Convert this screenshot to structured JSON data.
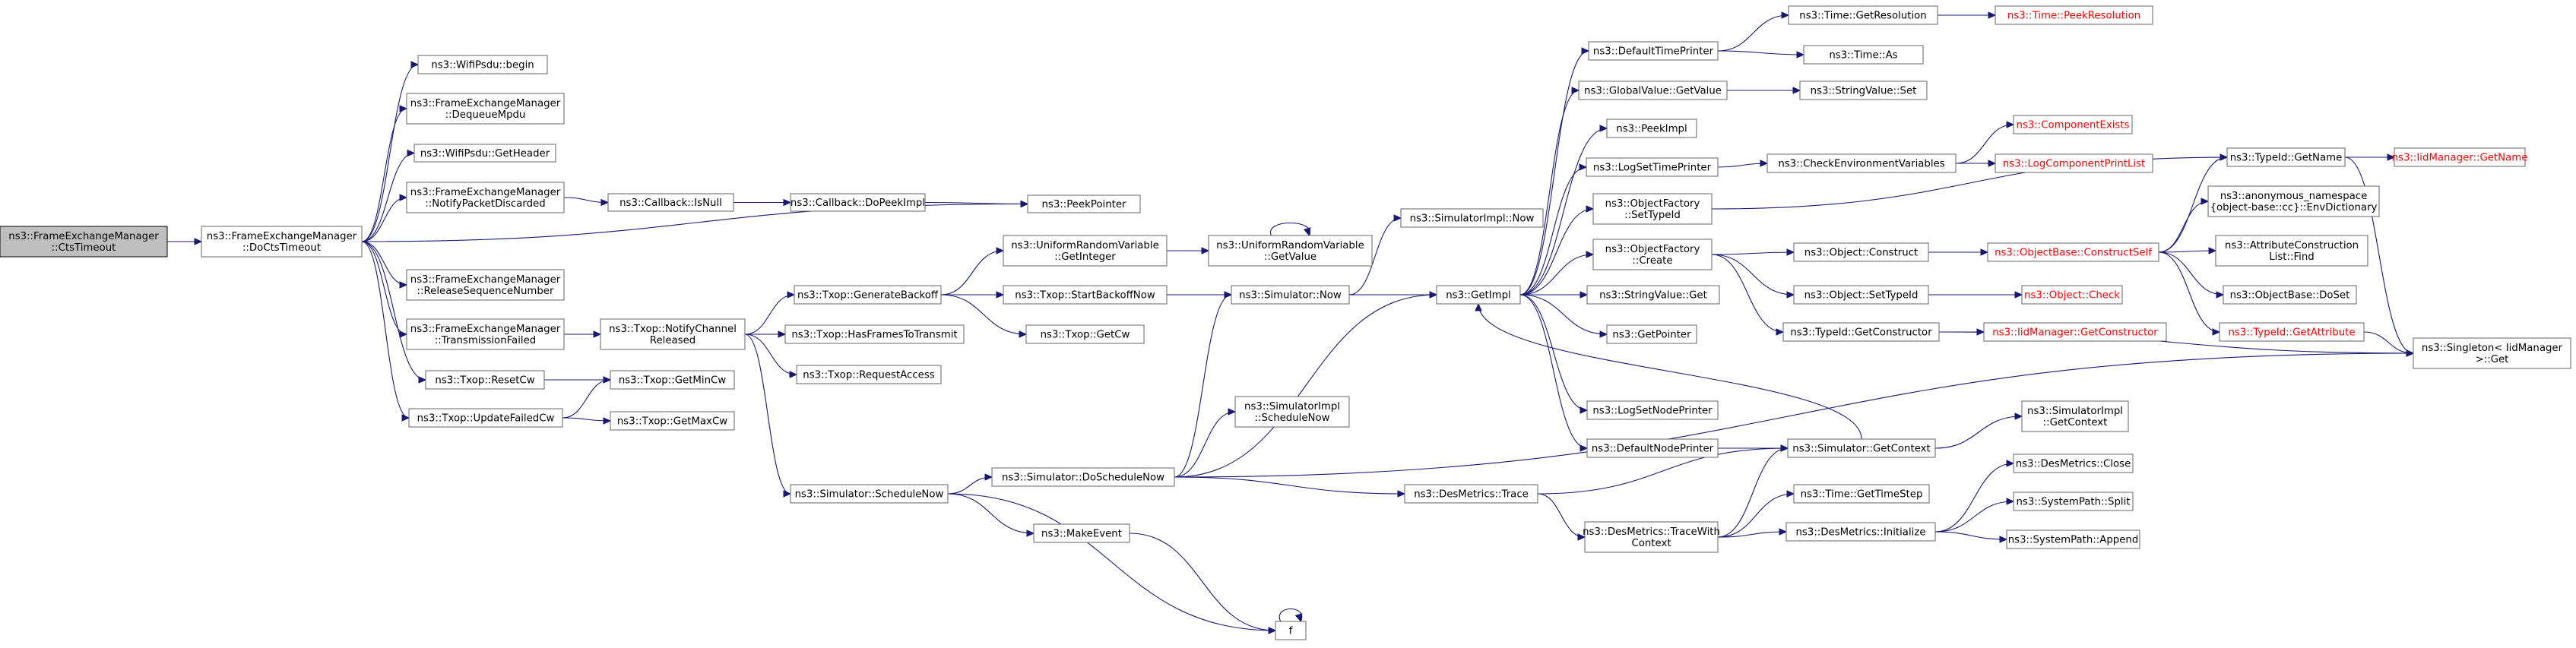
{
  "nodes": [
    {
      "id": "cts",
      "lines": [
        "ns3::FrameExchangeManager",
        "::CtsTimeout"
      ],
      "root": true
    },
    {
      "id": "docts",
      "lines": [
        "ns3::FrameExchangeManager",
        "::DoCtsTimeout"
      ]
    },
    {
      "id": "begin",
      "lines": [
        "ns3::WifiPsdu::begin"
      ]
    },
    {
      "id": "deq",
      "lines": [
        "ns3::FrameExchangeManager",
        "::DequeueMpdu"
      ]
    },
    {
      "id": "gethdr",
      "lines": [
        "ns3::WifiPsdu::GetHeader"
      ]
    },
    {
      "id": "notify",
      "lines": [
        "ns3::FrameExchangeManager",
        "::NotifyPacketDiscarded"
      ]
    },
    {
      "id": "release",
      "lines": [
        "ns3::FrameExchangeManager",
        "::ReleaseSequenceNumber"
      ]
    },
    {
      "id": "txfail",
      "lines": [
        "ns3::FrameExchangeManager",
        "::TransmissionFailed"
      ]
    },
    {
      "id": "resetcw",
      "lines": [
        "ns3::Txop::ResetCw"
      ]
    },
    {
      "id": "updcw",
      "lines": [
        "ns3::Txop::UpdateFailedCw"
      ]
    },
    {
      "id": "isnull",
      "lines": [
        "ns3::Callback::IsNull"
      ]
    },
    {
      "id": "dopeek",
      "lines": [
        "ns3::Callback::DoPeekImpl"
      ]
    },
    {
      "id": "peekptr",
      "lines": [
        "ns3::PeekPointer"
      ]
    },
    {
      "id": "notifych",
      "lines": [
        "ns3::Txop::NotifyChannel",
        "Released"
      ]
    },
    {
      "id": "getmin",
      "lines": [
        "ns3::Txop::GetMinCw"
      ]
    },
    {
      "id": "getmax",
      "lines": [
        "ns3::Txop::GetMaxCw"
      ]
    },
    {
      "id": "genback",
      "lines": [
        "ns3::Txop::GenerateBackoff"
      ]
    },
    {
      "id": "hasfr",
      "lines": [
        "ns3::Txop::HasFramesToTransmit"
      ]
    },
    {
      "id": "reqacc",
      "lines": [
        "ns3::Txop::RequestAccess"
      ]
    },
    {
      "id": "schednow",
      "lines": [
        "ns3::Simulator::ScheduleNow"
      ]
    },
    {
      "id": "unigetint",
      "lines": [
        "ns3::UniformRandomVariable",
        "::GetInteger"
      ]
    },
    {
      "id": "startback",
      "lines": [
        "ns3::Txop::StartBackoffNow"
      ]
    },
    {
      "id": "getcw",
      "lines": [
        "ns3::Txop::GetCw"
      ]
    },
    {
      "id": "unigetval",
      "lines": [
        "ns3::UniformRandomVariable",
        "::GetValue"
      ]
    },
    {
      "id": "simnow",
      "lines": [
        "ns3::Simulator::Now"
      ]
    },
    {
      "id": "doschednow",
      "lines": [
        "ns3::Simulator::DoScheduleNow"
      ]
    },
    {
      "id": "makeev",
      "lines": [
        "ns3::MakeEvent"
      ]
    },
    {
      "id": "f",
      "lines": [
        "f"
      ]
    },
    {
      "id": "simimplsched",
      "lines": [
        "ns3::SimulatorImpl",
        "::ScheduleNow"
      ]
    },
    {
      "id": "simimplnow",
      "lines": [
        "ns3::SimulatorImpl::Now"
      ]
    },
    {
      "id": "getimpl",
      "lines": [
        "ns3::GetImpl"
      ]
    },
    {
      "id": "destrace",
      "lines": [
        "ns3::DesMetrics::Trace"
      ]
    },
    {
      "id": "deftp",
      "lines": [
        "ns3::DefaultTimePrinter"
      ]
    },
    {
      "id": "gvget",
      "lines": [
        "ns3::GlobalValue::GetValue"
      ]
    },
    {
      "id": "peekimpl",
      "lines": [
        "ns3::PeekImpl"
      ]
    },
    {
      "id": "logstp",
      "lines": [
        "ns3::LogSetTimePrinter"
      ]
    },
    {
      "id": "ofsettid",
      "lines": [
        "ns3::ObjectFactory",
        "::SetTypeId"
      ]
    },
    {
      "id": "ofcreate",
      "lines": [
        "ns3::ObjectFactory",
        "::Create"
      ]
    },
    {
      "id": "strget",
      "lines": [
        "ns3::StringValue::Get"
      ]
    },
    {
      "id": "getptr",
      "lines": [
        "ns3::GetPointer"
      ]
    },
    {
      "id": "logsnp",
      "lines": [
        "ns3::LogSetNodePrinter"
      ]
    },
    {
      "id": "defnp",
      "lines": [
        "ns3::DefaultNodePrinter"
      ]
    },
    {
      "id": "dtwc",
      "lines": [
        "ns3::DesMetrics::TraceWith",
        "Context"
      ]
    },
    {
      "id": "getres",
      "lines": [
        "ns3::Time::GetResolution"
      ]
    },
    {
      "id": "timeas",
      "lines": [
        "ns3::Time::As"
      ]
    },
    {
      "id": "strset",
      "lines": [
        "ns3::StringValue::Set"
      ]
    },
    {
      "id": "checkenv",
      "lines": [
        "ns3::CheckEnvironmentVariables"
      ]
    },
    {
      "id": "objconstr",
      "lines": [
        "ns3::Object::Construct"
      ]
    },
    {
      "id": "objsettid",
      "lines": [
        "ns3::Object::SetTypeId"
      ]
    },
    {
      "id": "tidgetctor",
      "lines": [
        "ns3::TypeId::GetConstructor"
      ]
    },
    {
      "id": "simgetctx",
      "lines": [
        "ns3::Simulator::GetContext"
      ]
    },
    {
      "id": "timegetts",
      "lines": [
        "ns3::Time::GetTimeStep"
      ]
    },
    {
      "id": "desinit",
      "lines": [
        "ns3::DesMetrics::Initialize"
      ]
    },
    {
      "id": "peekres",
      "lines": [
        "ns3::Time::PeekResolution"
      ],
      "red": true
    },
    {
      "id": "compexists",
      "lines": [
        "ns3::ComponentExists"
      ],
      "red": true
    },
    {
      "id": "logcpl",
      "lines": [
        "ns3::LogComponentPrintList"
      ],
      "red": true
    },
    {
      "id": "obconstrself",
      "lines": [
        "ns3::ObjectBase::ConstructSelf"
      ],
      "red": true
    },
    {
      "id": "objcheck",
      "lines": [
        "ns3::Object::Check"
      ],
      "red": true
    },
    {
      "id": "iidgetctor",
      "lines": [
        "ns3::IidManager::GetConstructor"
      ],
      "red": true
    },
    {
      "id": "simimplctx",
      "lines": [
        "ns3::SimulatorImpl",
        "::GetContext"
      ]
    },
    {
      "id": "desclose",
      "lines": [
        "ns3::DesMetrics::Close"
      ]
    },
    {
      "id": "spsplit",
      "lines": [
        "ns3::SystemPath::Split"
      ]
    },
    {
      "id": "spappend",
      "lines": [
        "ns3::SystemPath::Append"
      ]
    },
    {
      "id": "tidgetname",
      "lines": [
        "ns3::TypeId::GetName"
      ]
    },
    {
      "id": "anonenv",
      "lines": [
        "ns3::anonymous_namespace",
        "{object-base::cc}::EnvDictionary"
      ]
    },
    {
      "id": "attrfind",
      "lines": [
        "ns3::AttributeConstruction",
        "List::Find"
      ]
    },
    {
      "id": "obdoset",
      "lines": [
        "ns3::ObjectBase::DoSet"
      ]
    },
    {
      "id": "tidgetattr",
      "lines": [
        "ns3::TypeId::GetAttribute"
      ],
      "red": true
    },
    {
      "id": "iidgetname",
      "lines": [
        "ns3::IidManager::GetName"
      ],
      "red": true
    },
    {
      "id": "singleton",
      "lines": [
        "ns3::Singleton< IidManager",
        ">::Get"
      ]
    }
  ],
  "edges": [
    [
      "cts",
      "docts"
    ],
    [
      "docts",
      "begin"
    ],
    [
      "docts",
      "deq"
    ],
    [
      "docts",
      "gethdr"
    ],
    [
      "docts",
      "notify"
    ],
    [
      "docts",
      "peekptr"
    ],
    [
      "docts",
      "release"
    ],
    [
      "docts",
      "txfail"
    ],
    [
      "docts",
      "resetcw"
    ],
    [
      "docts",
      "updcw"
    ],
    [
      "notify",
      "isnull"
    ],
    [
      "isnull",
      "dopeek"
    ],
    [
      "dopeek",
      "peekptr"
    ],
    [
      "txfail",
      "notifych"
    ],
    [
      "resetcw",
      "getmin"
    ],
    [
      "updcw",
      "getmin"
    ],
    [
      "updcw",
      "getmax"
    ],
    [
      "notifych",
      "genback"
    ],
    [
      "notifych",
      "hasfr"
    ],
    [
      "notifych",
      "reqacc"
    ],
    [
      "notifych",
      "schednow"
    ],
    [
      "genback",
      "unigetint"
    ],
    [
      "genback",
      "startback"
    ],
    [
      "genback",
      "getcw"
    ],
    [
      "unigetint",
      "unigetval"
    ],
    [
      "unigetval",
      "unigetval"
    ],
    [
      "startback",
      "simnow"
    ],
    [
      "schednow",
      "doschednow"
    ],
    [
      "schednow",
      "makeev"
    ],
    [
      "schednow",
      "f"
    ],
    [
      "makeev",
      "f"
    ],
    [
      "f",
      "f"
    ],
    [
      "doschednow",
      "simnow"
    ],
    [
      "doschednow",
      "simimplsched"
    ],
    [
      "doschednow",
      "getimpl"
    ],
    [
      "doschednow",
      "destrace"
    ],
    [
      "doschednow",
      "singleton"
    ],
    [
      "simnow",
      "simimplnow"
    ],
    [
      "simnow",
      "getimpl"
    ],
    [
      "getimpl",
      "deftp"
    ],
    [
      "getimpl",
      "gvget"
    ],
    [
      "getimpl",
      "peekimpl"
    ],
    [
      "getimpl",
      "logstp"
    ],
    [
      "getimpl",
      "ofsettid"
    ],
    [
      "getimpl",
      "ofcreate"
    ],
    [
      "getimpl",
      "strget"
    ],
    [
      "getimpl",
      "getptr"
    ],
    [
      "getimpl",
      "logsnp"
    ],
    [
      "getimpl",
      "defnp"
    ],
    [
      "deftp",
      "getres"
    ],
    [
      "deftp",
      "timeas"
    ],
    [
      "getres",
      "peekres"
    ],
    [
      "gvget",
      "strset"
    ],
    [
      "logstp",
      "checkenv"
    ],
    [
      "checkenv",
      "compexists"
    ],
    [
      "checkenv",
      "logcpl"
    ],
    [
      "ofsettid",
      "tidgetname"
    ],
    [
      "ofcreate",
      "objconstr"
    ],
    [
      "ofcreate",
      "objsettid"
    ],
    [
      "ofcreate",
      "tidgetctor"
    ],
    [
      "objconstr",
      "obconstrself"
    ],
    [
      "objsettid",
      "objcheck"
    ],
    [
      "tidgetctor",
      "iidgetctor"
    ],
    [
      "tidgetctor",
      "singleton"
    ],
    [
      "obconstrself",
      "tidgetname"
    ],
    [
      "obconstrself",
      "anonenv"
    ],
    [
      "obconstrself",
      "attrfind"
    ],
    [
      "obconstrself",
      "obdoset"
    ],
    [
      "obconstrself",
      "tidgetattr"
    ],
    [
      "tidgetname",
      "iidgetname"
    ],
    [
      "tidgetname",
      "singleton"
    ],
    [
      "tidgetattr",
      "singleton"
    ],
    [
      "defnp",
      "simgetctx"
    ],
    [
      "simgetctx",
      "getimpl"
    ],
    [
      "simgetctx",
      "simimplctx"
    ],
    [
      "destrace",
      "simgetctx"
    ],
    [
      "destrace",
      "dtwc"
    ],
    [
      "dtwc",
      "simgetctx"
    ],
    [
      "dtwc",
      "timegetts"
    ],
    [
      "dtwc",
      "desinit"
    ],
    [
      "desinit",
      "desclose"
    ],
    [
      "desinit",
      "spsplit"
    ],
    [
      "desinit",
      "spappend"
    ]
  ]
}
